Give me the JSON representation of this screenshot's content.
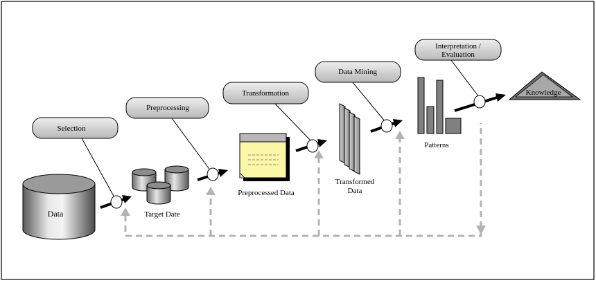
{
  "stages": {
    "selection": "Selection",
    "preprocessing": "Preprocessing",
    "transformation": "Transformation",
    "data_mining": "Data Mining",
    "interpretation_line1": "Interpretation /",
    "interpretation_line2": "Evaluation"
  },
  "artifacts": {
    "data": "Data",
    "target_data": "Target Date",
    "preprocessed_data": "Preprocessed Data",
    "transformed_data_line1": "Transformed",
    "transformed_data_line2": "Data",
    "patterns": "Patterns",
    "knowledge": "Knowledge"
  },
  "colors": {
    "flow_arrow": "#000000",
    "feedback_arrow": "#b3b3b3",
    "label_fill": "#c8c8c8",
    "note_fill": "#fbf7a6",
    "bar_fill": "#808080"
  }
}
